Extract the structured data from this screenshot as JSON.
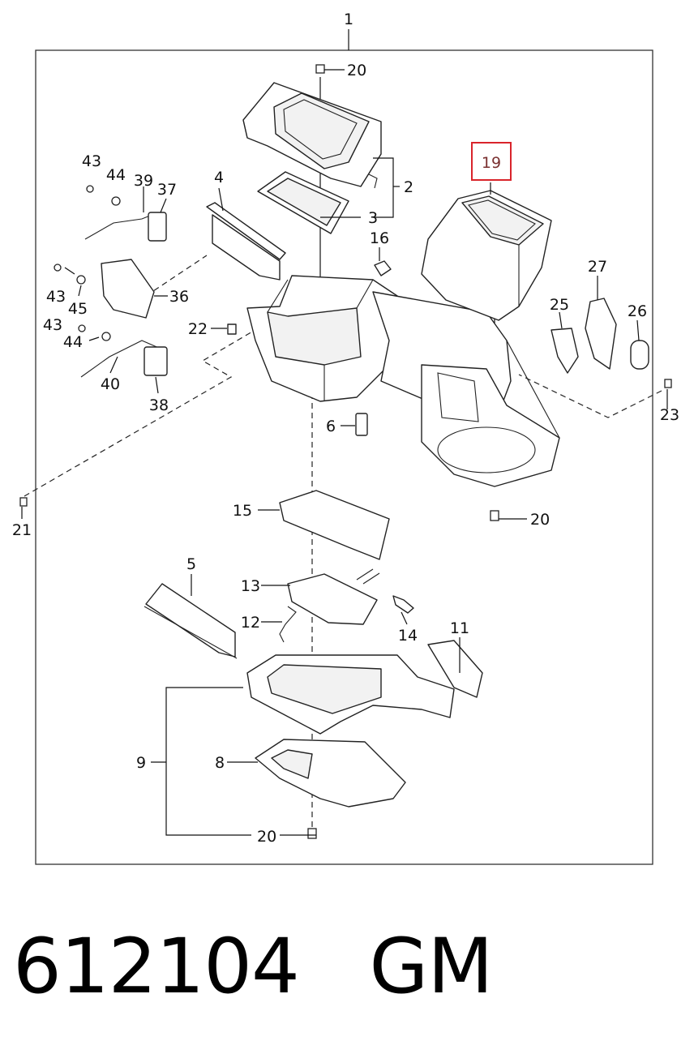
{
  "diagram": {
    "callouts": {
      "c1": "1",
      "c2": "2",
      "c3": "3",
      "c4": "4",
      "c5": "5",
      "c6": "6",
      "c8": "8",
      "c9": "9",
      "c11": "11",
      "c12": "12",
      "c13": "13",
      "c14": "14",
      "c15": "15",
      "c16": "16",
      "c19": "19",
      "c20a": "20",
      "c20b": "20",
      "c20c": "20",
      "c21": "21",
      "c22": "22",
      "c23": "23",
      "c25": "25",
      "c26": "26",
      "c27": "27",
      "c36": "36",
      "c37": "37",
      "c38": "38",
      "c39": "39",
      "c40": "40",
      "c43a": "43",
      "c43b": "43",
      "c43c": "43",
      "c44a": "44",
      "c44b": "44",
      "c45": "45"
    },
    "highlighted_callout": "19",
    "highlight_color": "#d9242b"
  },
  "caption": {
    "part_number": "612104",
    "brand": "GM",
    "text": "612104   GM"
  }
}
